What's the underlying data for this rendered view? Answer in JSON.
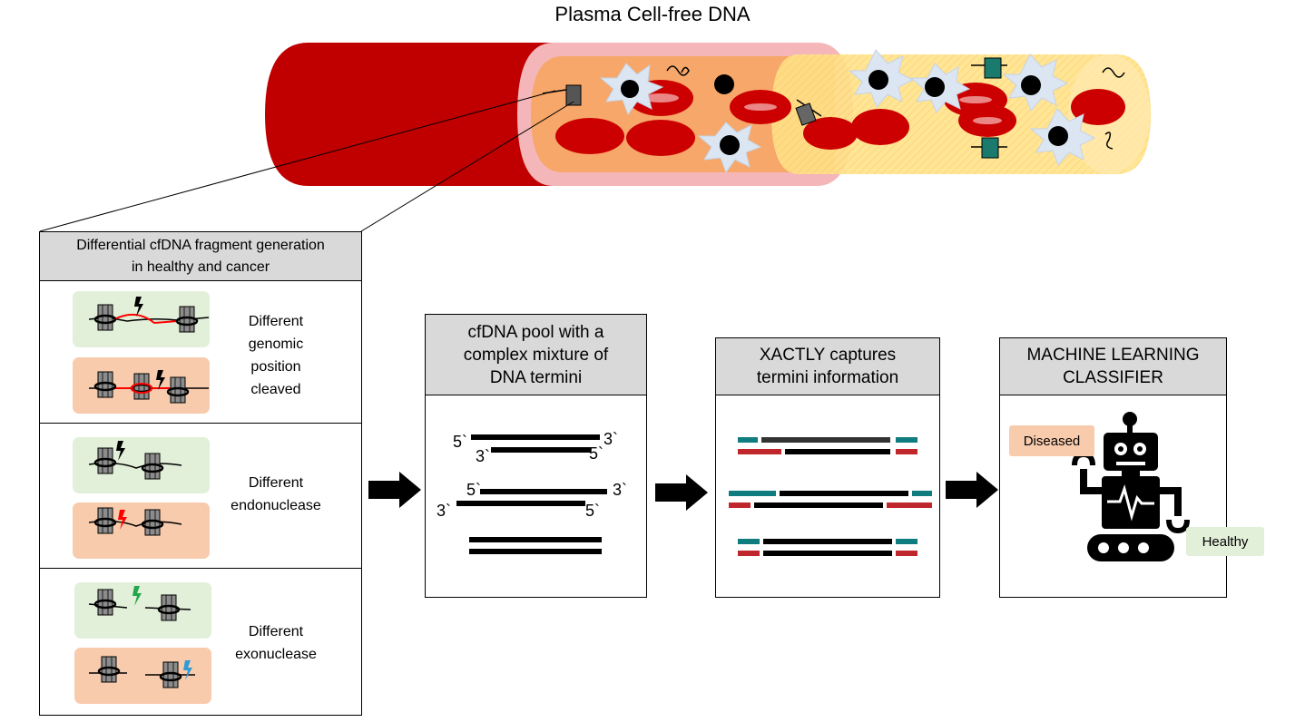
{
  "title": "Plasma Cell-free DNA",
  "panel_generation": {
    "header_line1": "Differential cfDNA fragment generation",
    "header_line2": "in healthy and cancer",
    "rows": [
      {
        "label_lines": [
          "Different",
          "genomic",
          "position",
          "cleaved"
        ]
      },
      {
        "label_lines": [
          "Different",
          "endonuclease"
        ]
      },
      {
        "label_lines": [
          "Different",
          "exonuclease"
        ]
      }
    ]
  },
  "panel_pool": {
    "header_lines": [
      "cfDNA pool with a",
      "complex mixture of",
      "DNA termini"
    ],
    "ends": {
      "five": "5`",
      "three": "3`"
    }
  },
  "panel_xactly": {
    "header_lines": [
      "XACTLY captures",
      "termini information"
    ]
  },
  "panel_ml": {
    "header_lines": [
      "MACHINE LEARNING",
      "CLASSIFIER"
    ],
    "diseased_label": "Diseased",
    "healthy_label": "Healthy"
  },
  "colors": {
    "vessel_red": "#c00000",
    "plasma_pink": "#f4b6b8",
    "plasma_yellow": "#ffe699",
    "header_gray": "#d9d9d9",
    "healthy_green": "#e2efd9",
    "cancer_peach": "#f8cbad",
    "adapter_teal": "#0f7c80",
    "adapter_red": "#c0272d",
    "cleave_red": "#ff0000",
    "cleave_green": "#21a84a",
    "cleave_blue": "#2e9bd6"
  },
  "icons": [
    "nucleosome-icon",
    "lightning-icon",
    "robot-icon",
    "arrow-right-icon",
    "blood-vessel-illustration"
  ]
}
